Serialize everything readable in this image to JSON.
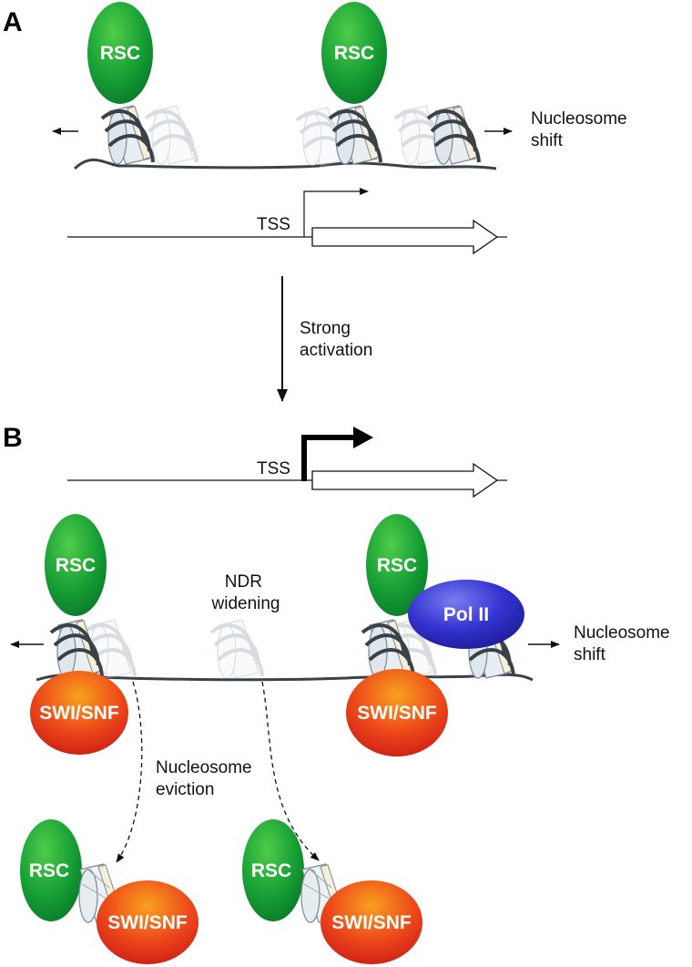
{
  "panel_a": {
    "letter": "A",
    "rsc_left": "RSC",
    "rsc_right": "RSC",
    "shift_line1": "Nucleosome",
    "shift_line2": "shift",
    "tss": "TSS"
  },
  "transition": {
    "line1": "Strong",
    "line2": "activation"
  },
  "panel_b": {
    "letter": "B",
    "tss": "TSS",
    "rsc_left": "RSC",
    "rsc_right": "RSC",
    "ndr_line1": "NDR",
    "ndr_line2": "widening",
    "pol2": "Pol II",
    "shift_line1": "Nucleosome",
    "shift_line2": "shift",
    "swisnf_left": "SWI/SNF",
    "swisnf_right": "SWI/SNF",
    "eviction_line1": "Nucleosome",
    "eviction_line2": "eviction",
    "evicted_rsc_left": "RSC",
    "evicted_swisnf_left": "SWI/SNF",
    "evicted_rsc_right": "RSC",
    "evicted_swisnf_right": "SWI/SNF"
  },
  "colors": {
    "rsc_green": "#1a9a32",
    "swisnf_red": "#e2301c",
    "pol2_blue": "#2a2fc8",
    "dna_dark": "#3a4248"
  }
}
